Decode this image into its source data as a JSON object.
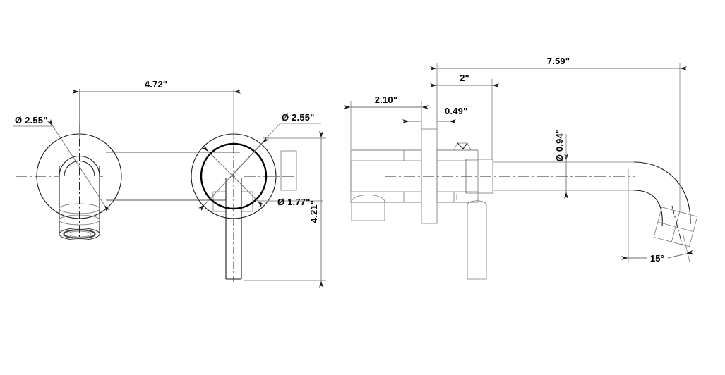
{
  "drawing": {
    "title": "Wall-Mounted Faucet Technical Drawing",
    "units": "inches",
    "line_color": "#1a1a1a",
    "dim_color": "#6e6e6e",
    "background": "#ffffff"
  },
  "front_view": {
    "name": "front-elevation",
    "dimensions": {
      "center_to_center": "4.72\"",
      "spout_escutcheon_dia": "Ø 2.55\"",
      "valve_escutcheon_dia": "Ø 2.55\"",
      "valve_inner_ring_dia": "Ø 1.77\"",
      "overall_height": "4.21\""
    }
  },
  "side_view": {
    "name": "side-elevation",
    "dimensions": {
      "overall_projection": "7.59\"",
      "body_depth": "2\"",
      "escutcheon_offset": "2.10\"",
      "plate_thickness": "0.49\"",
      "spout_tube_dia": "Ø 0.94\"",
      "outlet_angle": "15°"
    }
  },
  "labels": {
    "d472": "4.72\"",
    "d255_left": "Ø 2.55\"",
    "d255_right": "Ø 2.55\"",
    "d177": "Ø 1.77\"",
    "d421": "4.21\"",
    "d759": "7.59\"",
    "d2": "2\"",
    "d210": "2.10\"",
    "d049": "0.49\"",
    "d094": "Ø 0.94\"",
    "a15": "15°"
  }
}
